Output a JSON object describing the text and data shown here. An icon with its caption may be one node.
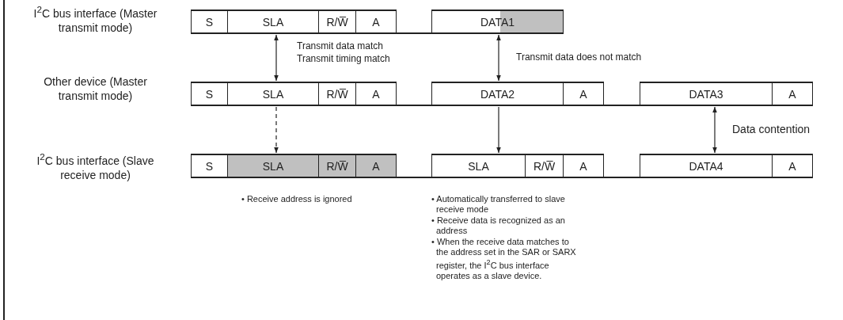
{
  "diagram": {
    "nodes": [
      {
        "text": [
          "S"
        ]
      },
      {
        "text": [
          "SLA"
        ]
      },
      {
        "text": [
          "R/W̅"
        ]
      },
      {
        "text": [
          "A"
        ]
      },
      {
        "text": [
          "DATA1"
        ]
      },
      {
        "text": [
          "S"
        ]
      },
      {
        "text": [
          "SLA"
        ]
      },
      {
        "text": [
          "R/W̅"
        ]
      },
      {
        "text": [
          "A"
        ]
      },
      {
        "text": [
          "DATA2"
        ]
      },
      {
        "text": [
          "A"
        ]
      },
      {
        "text": [
          "DATA3"
        ]
      },
      {
        "text": [
          "A"
        ]
      },
      {
        "text": [
          "S"
        ]
      },
      {
        "text": [
          "SLA"
        ]
      },
      {
        "text": [
          "R/W̅"
        ]
      },
      {
        "text": [
          "A"
        ]
      },
      {
        "text": [
          "SLA"
        ]
      },
      {
        "text": [
          "R/W̅"
        ]
      },
      {
        "text": [
          "A"
        ]
      },
      {
        "text": [
          "DATA4"
        ]
      },
      {
        "text": [
          "A"
        ]
      }
    ],
    "edges": [
      {
        "from": 1,
        "to": 6,
        "arrow": "both",
        "label": "Transmit data match Transmit timing match"
      },
      {
        "from": 4,
        "to": 9,
        "arrow": "both",
        "label": "Transmit data does not match"
      },
      {
        "from": 6,
        "to": 14,
        "arrow": "to",
        "style": "dashed"
      },
      {
        "from": 9,
        "to": 17,
        "arrow": "to"
      },
      {
        "from": 11,
        "to": 20,
        "arrow": "both",
        "label": "Data contention"
      },
      {
        "from": 3,
        "to": 4,
        "arrow": "none"
      },
      {
        "from": 8,
        "to": 9,
        "arrow": "none"
      },
      {
        "from": 10,
        "to": 11,
        "arrow": "none"
      },
      {
        "from": 16,
        "to": 17,
        "arrow": "none"
      },
      {
        "from": 19,
        "to": 20,
        "arrow": "none"
      }
    ],
    "labels": [
      "I$^{2}$C bus interface (Master transmit mode)",
      "Other device (Master transmit mode)",
      "I$^{2}$C bus interface (Slave receive mode)",
      "• Receive address is ignored",
      "• Automatically transferred to slave receive mode",
      "• Receive data is recognized as an address",
      "• When the receive data matches to the address set in the SAR or SARX register, the I$^{2}$C bus interface operates as a slave device."
    ]
  }
}
